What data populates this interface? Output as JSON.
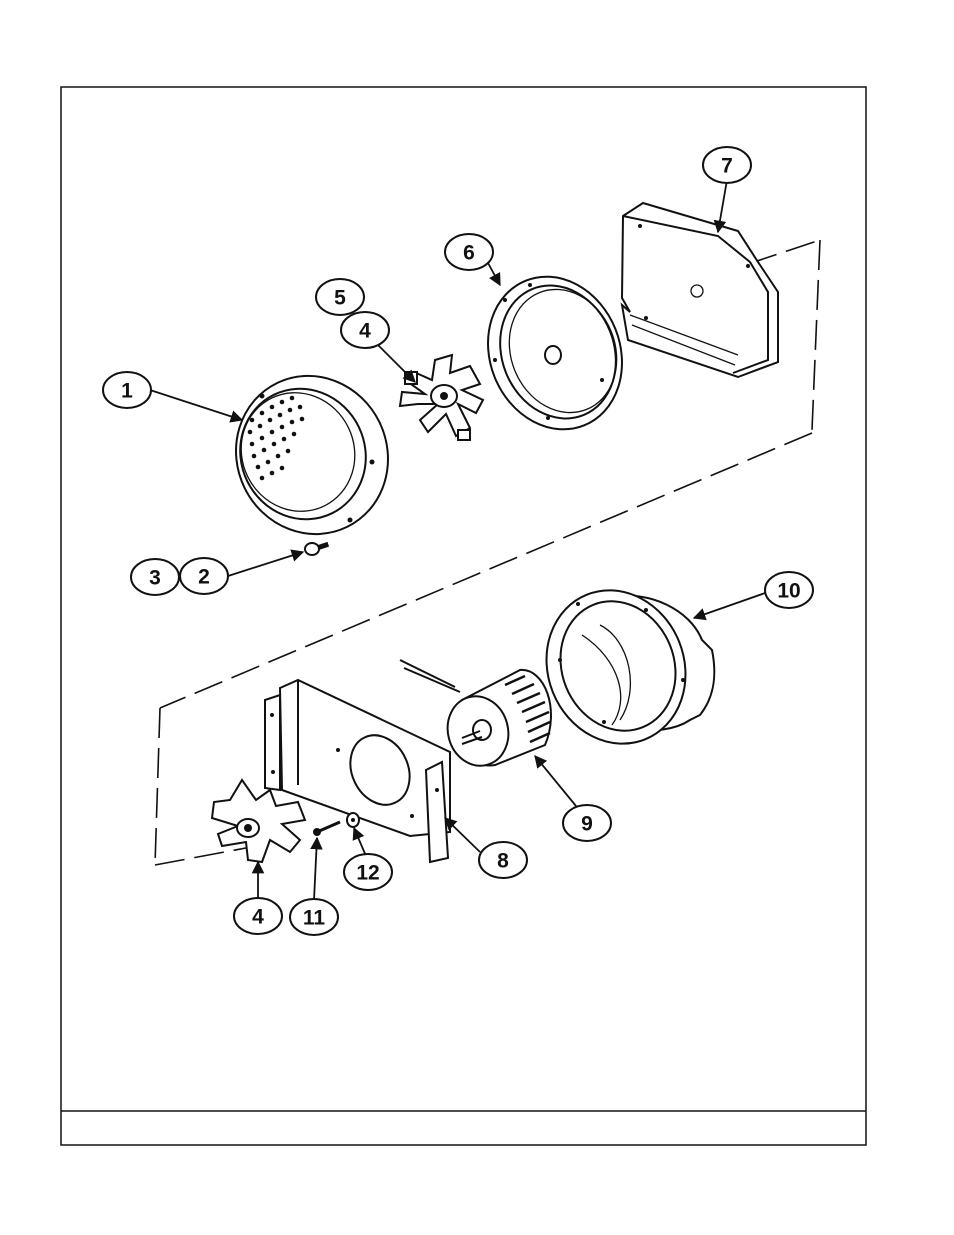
{
  "diagram": {
    "callouts": [
      {
        "id": "c1",
        "label": "1"
      },
      {
        "id": "c2",
        "label": "2"
      },
      {
        "id": "c3",
        "label": "3"
      },
      {
        "id": "c4a",
        "label": "4"
      },
      {
        "id": "c4b",
        "label": "4"
      },
      {
        "id": "c5",
        "label": "5"
      },
      {
        "id": "c6",
        "label": "6"
      },
      {
        "id": "c7",
        "label": "7"
      },
      {
        "id": "c8",
        "label": "8"
      },
      {
        "id": "c9",
        "label": "9"
      },
      {
        "id": "c10",
        "label": "10"
      },
      {
        "id": "c11",
        "label": "11"
      },
      {
        "id": "c12",
        "label": "12"
      }
    ]
  },
  "footer": {
    "text": ""
  }
}
